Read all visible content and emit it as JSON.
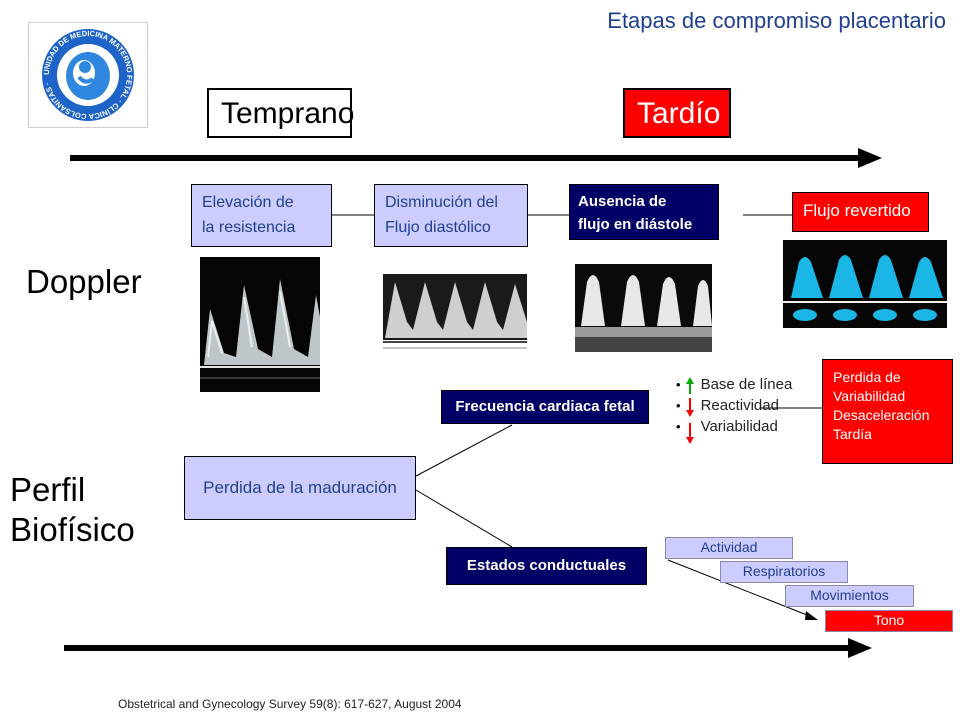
{
  "title": "Etapas de compromiso placentario",
  "logo": {
    "ring_text": "UNIDAD DE MEDICINA MATERNO FETAL · CLÍNICA COLSANITAS ·",
    "colors": {
      "ring": "#1e63c7",
      "fill": "#ffffff",
      "emblem": "#2e86de"
    }
  },
  "stages": {
    "early": "Temprano",
    "late": "Tardío"
  },
  "sections": {
    "doppler": "Doppler",
    "biophysical_line1": "Perfil",
    "biophysical_line2": "Biofísico"
  },
  "doppler_steps": [
    {
      "line1": "Elevación de",
      "line2": "la resistencia"
    },
    {
      "line1": "Disminución del",
      "line2": "Flujo diastólico"
    },
    {
      "line1": "Ausencia de",
      "line2": "flujo en diástole"
    },
    {
      "line1": "Flujo revertido",
      "line2": ""
    }
  ],
  "biophysical": {
    "maturation": "Perdida de la maduración",
    "fcf": "Frecuencia cardiaca fetal",
    "behavioral": "Estados conductuales",
    "fcf_items": [
      "Base de línea",
      "Reactividad",
      "Variabilidad"
    ],
    "late_result": [
      "Perdida de",
      "Variabilidad",
      "Desaceleración",
      "Tardía"
    ],
    "behavior_stairs": [
      "Actividad",
      "Respiratorios",
      "Movimientos",
      "Tono"
    ]
  },
  "citation": "Obstetrical and Gynecology Survey 59(8): 617-627, August 2004",
  "colors": {
    "lavender": "#ccccff",
    "navy": "#000066",
    "red": "#ff0000",
    "title_blue": "#1f3f8f",
    "arrow_up": "#00aa00",
    "arrow_down": "#ff0000",
    "doppler_cyan": "#19b6e6"
  }
}
